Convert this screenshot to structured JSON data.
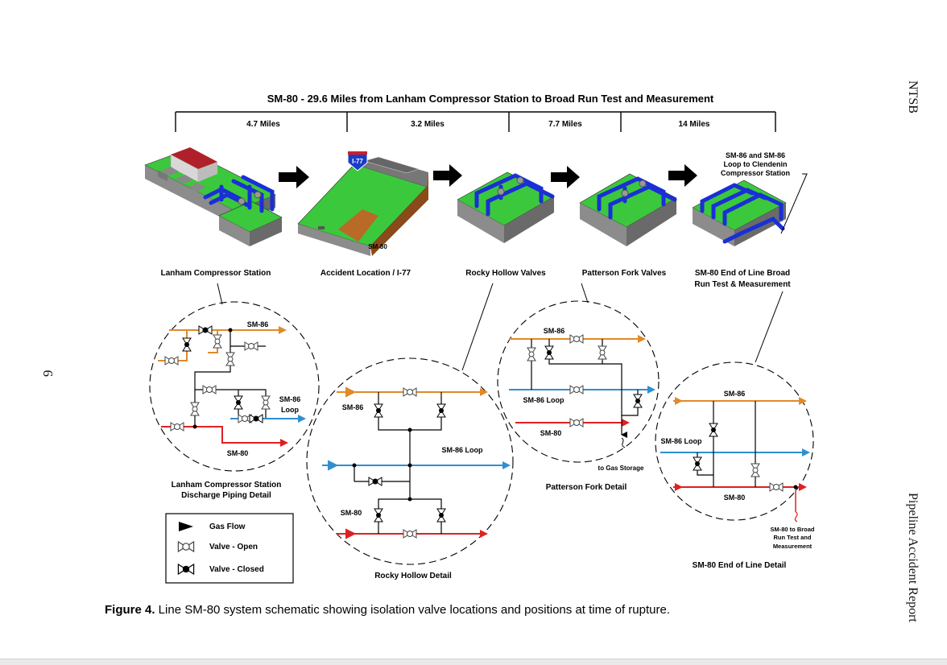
{
  "header": {
    "org": "NTSB",
    "report_title": "Pipeline Accident Report"
  },
  "page_number": "9",
  "figure": {
    "title": "SM-80  - 29.6 Miles from Lanham Compressor Station to Broad Run Test and Measurement",
    "segments": [
      "4.7 Miles",
      "3.2 Miles",
      "7.7 Miles",
      "14 Miles"
    ],
    "interstate_shield": "I-77",
    "accident_pipe_label": "SM-80",
    "sm86_note": "SM-86 and SM-86 Loop to Clendenin Compressor Station",
    "stations": [
      "Lanham Compressor Station",
      "Accident Location / I-77",
      "Rocky Hollow Valves",
      "Patterson Fork Valves",
      "SM-80 End of Line Broad Run Test & Measurement"
    ],
    "details": {
      "lanham": {
        "title": "Lanham Compressor Station Discharge Piping Detail",
        "sm86": "SM-86",
        "sm86_loop": "SM-86 Loop",
        "sm80": "SM-80"
      },
      "rocky": {
        "title": "Rocky Hollow Detail",
        "sm86": "SM-86",
        "sm86_loop": "SM-86 Loop",
        "sm80": "SM-80"
      },
      "patterson": {
        "title": "Patterson Fork Detail",
        "sm86": "SM-86",
        "sm86_loop": "SM-86 Loop",
        "sm80": "SM-80",
        "gas_storage": "to Gas Storage"
      },
      "endline": {
        "title": "SM-80 End of Line Detail",
        "sm86": "SM-86",
        "sm86_loop": "SM-86 Loop",
        "sm80": "SM-80",
        "broad_run": "SM-80 to Broad Run Test and Measurement"
      }
    },
    "legend": {
      "gas_flow": "Gas Flow",
      "valve_open": "Valve - Open",
      "valve_closed": "Valve - Closed"
    },
    "colors": {
      "sm86": "#e08a2a",
      "sm86_loop": "#2f8fd0",
      "sm80": "#e02020",
      "pipe_blue": "#1a2fd6",
      "grass": "#3cc83c"
    }
  },
  "caption": {
    "label": "Figure 4.",
    "text": " Line SM-80 system schematic showing isolation valve locations and positions at time of rupture."
  }
}
